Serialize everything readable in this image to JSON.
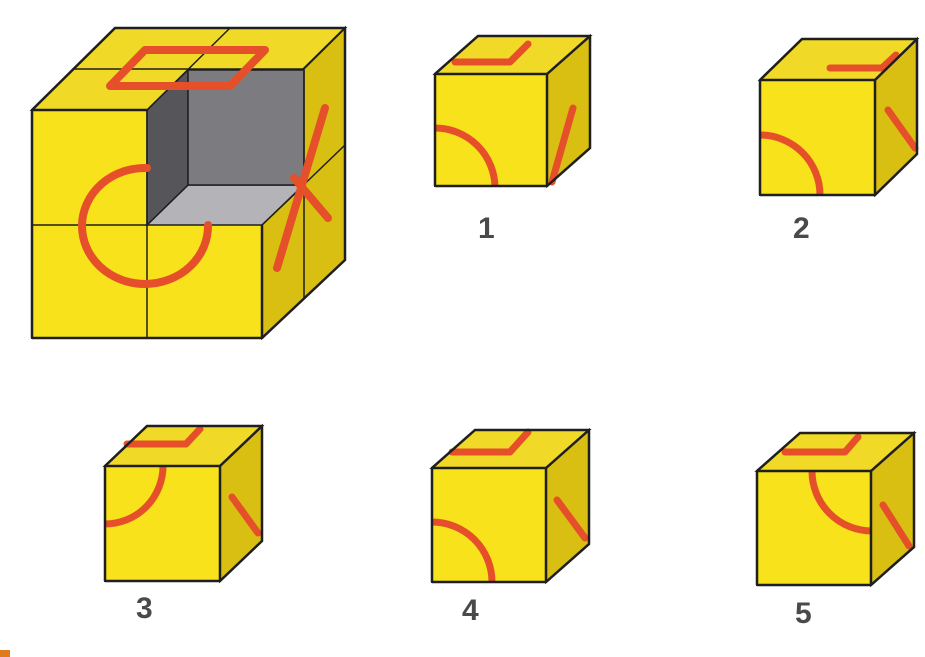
{
  "colors": {
    "face_front": "#f7e21c",
    "face_top": "#f1d927",
    "face_side": "#d8bf12",
    "edge": "#1f1f1f",
    "stripe": "#e5502a",
    "cavity_back": "#7c7c80",
    "cavity_side": "#56565a",
    "cavity_floor": "#b4b4b8"
  },
  "puzzle": {
    "main_cube_icon": "cube-with-missing-corner",
    "options": [
      {
        "label": "1"
      },
      {
        "label": "2"
      },
      {
        "label": "3"
      },
      {
        "label": "4"
      },
      {
        "label": "5"
      }
    ]
  }
}
